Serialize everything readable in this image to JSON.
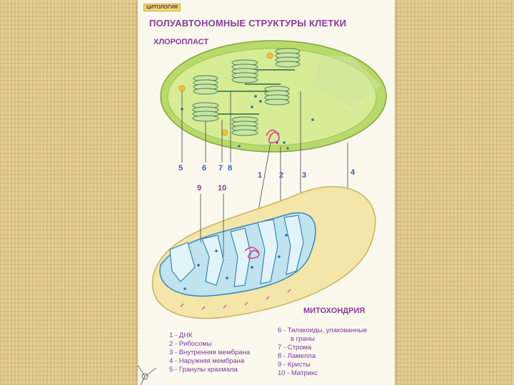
{
  "header": {
    "section_tag": "ЦИТОЛОГИЯ",
    "title": "ПОЛУАВТОНОМНЫЕ СТРУКТУРЫ КЛЕТКИ"
  },
  "chloroplast": {
    "label": "ХЛОРОПЛАСТ"
  },
  "mitochondrion": {
    "label": "МИТОХОНДРИЯ"
  },
  "numbers_top": [
    "5",
    "6",
    "7",
    "8",
    "1",
    "2",
    "3",
    "4"
  ],
  "numbers_mid": [
    "9",
    "10"
  ],
  "legend_left": [
    "1 - ДНК",
    "2 - Рибосомы",
    "3 - Внутренняя мембрана",
    "4 - Наружняя мембрана",
    "5 - Гранулы крахмала"
  ],
  "legend_right": [
    "6 - Тилакоиды, упакованные",
    "в граны",
    "7 - Строма",
    "8 - Ламелла",
    "9 - Кристы",
    "10 - Матрикс"
  ],
  "colors": {
    "chloroplast_outer": "#b9da6a",
    "chloroplast_inner": "#d6ec95",
    "grana": "#c8e6a0",
    "mito_outer": "#f3e6a8",
    "mito_inner": "#bfe3ef",
    "label_purple": "#8a3c9a",
    "num_blue": "#3a5cb0",
    "num_purple": "#8a3c9a"
  }
}
